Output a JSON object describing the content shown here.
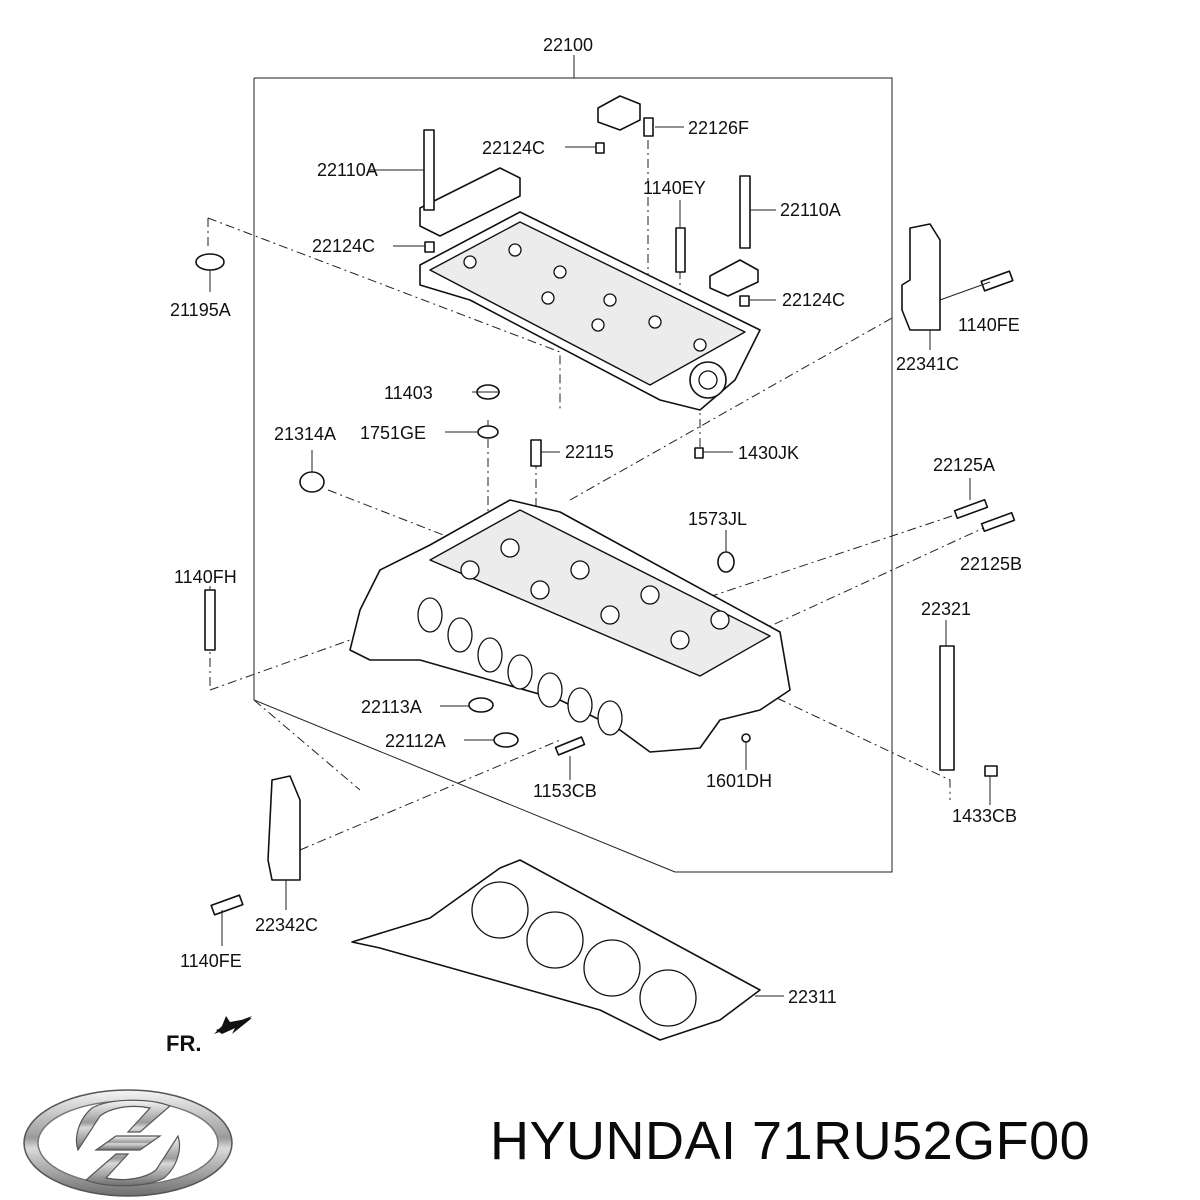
{
  "labels": {
    "assembly": "22100",
    "cap_bolt_left": "22110A",
    "dowel_top": "22124C",
    "dowel_pin_top": "22126F",
    "bolt_center": "1140EY",
    "cap_bolt_right": "22110A",
    "dowel_left": "22124C",
    "dowel_right": "22124C",
    "clip": "21195A",
    "bracket_bolt_right": "1140FE",
    "bracket_right": "22341C",
    "plug": "11403",
    "gasket_ring": "1751GE",
    "cap_plug": "21314A",
    "guide": "22115",
    "pin_right": "1430JK",
    "stud_a": "22125A",
    "plug_small": "1573JL",
    "stud_b": "22125B",
    "bolt_left": "1140FH",
    "head_bolt": "22321",
    "seal_a": "22113A",
    "seal_b": "22112A",
    "stud_small": "1153CB",
    "pin_small": "1601DH",
    "washer": "1433CB",
    "bracket_left": "22342C",
    "bracket_bolt_left": "1140FE",
    "head_gasket": "22311"
  },
  "front_marker": "FR.",
  "brand_caption": "HYUNDAI 71RU52GF00",
  "logo": "hyundai-logo"
}
